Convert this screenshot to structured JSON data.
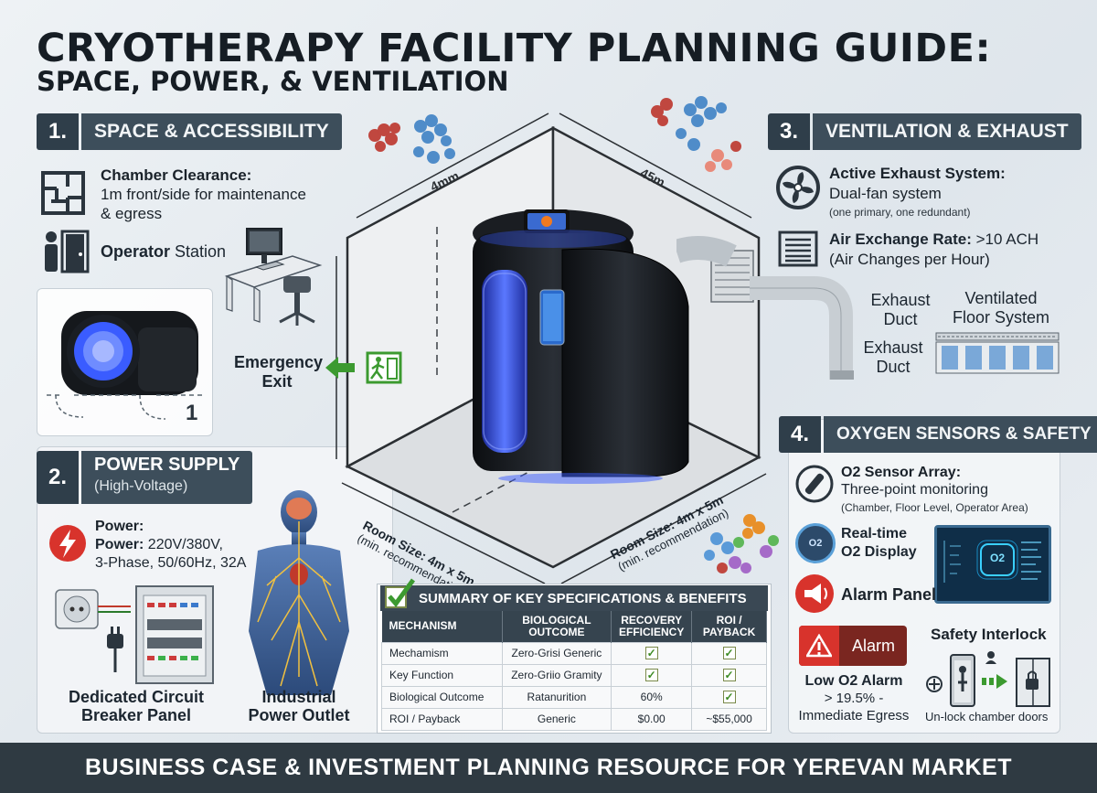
{
  "title": {
    "line1": "CRYOTHERAPY FACILITY PLANNING GUIDE:",
    "line2": "SPACE, POWER, & VENTILATION"
  },
  "section1": {
    "num": "1.",
    "label": "SPACE & ACCESSIBILITY",
    "clearance_title": "Chamber Clearance:",
    "clearance_line1": "1m front/side for maintenance",
    "clearance_line2": "& egress",
    "operator_bold": "Operator",
    "operator_rest": " Station",
    "inset_number": "1"
  },
  "section2": {
    "num": "2.",
    "label": "POWER SUPPLY",
    "sublabel": "(High-Voltage)",
    "power_title": "Power:",
    "power_bold": "Power:",
    "power_rest": " 220V/380V,",
    "power_line2": "3-Phase, 50/60Hz, 32A",
    "breaker_line1": "Dedicated Circuit",
    "breaker_line2": "Breaker Panel",
    "outlet_line1": "Industrial",
    "outlet_line2": "Power Outlet"
  },
  "room": {
    "top_left_dim": "4mm",
    "top_right_dim": "45m",
    "emergency_line1": "Emergency",
    "emergency_line2": "Exit",
    "size_left_line1": "Room Size: 4m x 5m",
    "size_left_line2": "(min. recommendation)",
    "size_right_line1": "Room Size: 4m x 5m",
    "size_right_line2": "(min. recommendation)"
  },
  "section3": {
    "num": "3.",
    "label": "VENTILATION & EXHAUST",
    "exhaust_title": "Active Exhaust System:",
    "exhaust_line1": "Dual-fan system",
    "exhaust_line2": "(one primary, one redundant)",
    "air_title": "Air Exchange Rate: ",
    "air_value": ">10 ACH",
    "air_line2": "(Air Changes per Hour)",
    "duct1_line1": "Exhaust",
    "duct1_line2": "Duct",
    "duct2_line1": "Exhaust",
    "duct2_line2": "Duct",
    "floor_line1": "Ventilated",
    "floor_line2": "Floor System"
  },
  "section4": {
    "num": "4.",
    "label": "OXYGEN SENSORS & SAFETY",
    "array_title": "O2 Sensor Array:",
    "array_line1": "Three-point monitoring",
    "array_line2": "(Chamber, Floor Level, Operator Area)",
    "display_line1": "Real-time",
    "display_line2": "O2 Display",
    "display_badge": "O2",
    "screen_label": "O2",
    "alarm_panel": "Alarm Panel",
    "alarm_button": "Alarm",
    "low_alarm_title": "Low O2 Alarm",
    "low_alarm_line1": "> 19.5% -",
    "low_alarm_line2": "Immediate Egress",
    "interlock_title": "Safety Interlock",
    "interlock_caption": "Un-lock chamber doors"
  },
  "summary": {
    "title": "SUMMARY OF KEY SPECIFICATIONS & BENEFITS",
    "headers": [
      "MECHANISM",
      "BIOLOGICAL OUTCOME",
      "RECOVERY EFFICIENCY",
      "ROI / PAYBACK"
    ],
    "rows": [
      [
        "Mechamism",
        "Zero-Grisi Generic",
        "check",
        "check"
      ],
      [
        "Key Function",
        "Zero-Griio Gramity",
        "check",
        "check"
      ],
      [
        "Biological Outcome",
        "Ratanurition",
        "60%",
        "check"
      ],
      [
        "ROI / Payback",
        "Generic",
        "$0.00",
        "~$55,000"
      ]
    ]
  },
  "footer": "BUSINESS CASE & INVESTMENT PLANNING RESOURCE FOR YEREVAN MARKET",
  "colors": {
    "header_dark": "#2f3e4a",
    "accent_red": "#d8332c",
    "accent_green": "#3c9a30",
    "glow_blue": "#4a6cff"
  }
}
